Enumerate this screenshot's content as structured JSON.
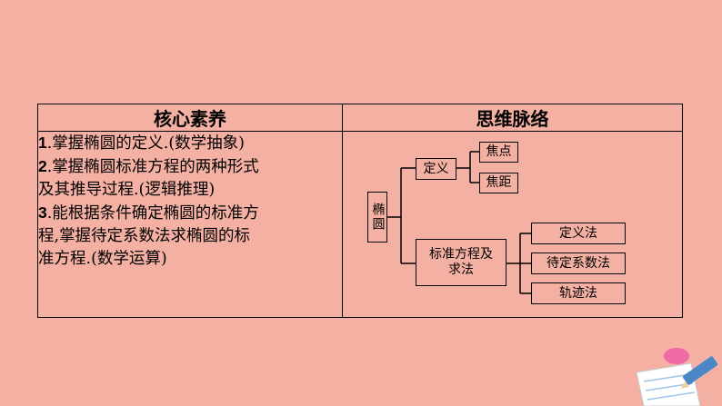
{
  "table": {
    "header_left": "核心素养",
    "header_right": "思维脉络",
    "items": [
      {
        "num": "1",
        "lines": [
          ".掌握椭圆的定义.(数学抽象)"
        ]
      },
      {
        "num": "2",
        "lines": [
          ".掌握椭圆标准方程的两种形式",
          "及其推导过程.(逻辑推理)"
        ]
      },
      {
        "num": "3",
        "lines": [
          ".能根据条件确定椭圆的标准方",
          "程,掌握待定系数法求椭圆的标",
          "准方程.(数学运算)"
        ]
      }
    ]
  },
  "mindmap": {
    "root": "椭圆",
    "definition": "定义",
    "focus": "焦点",
    "focal_distance": "焦距",
    "equation": "标准方程及求法",
    "methods": [
      "定义法",
      "待定系数法",
      "轨迹法"
    ]
  },
  "colors": {
    "background": "#f4b0a2",
    "line": "#000000"
  },
  "icons": {
    "decoration": "pencil-paper-icon"
  }
}
